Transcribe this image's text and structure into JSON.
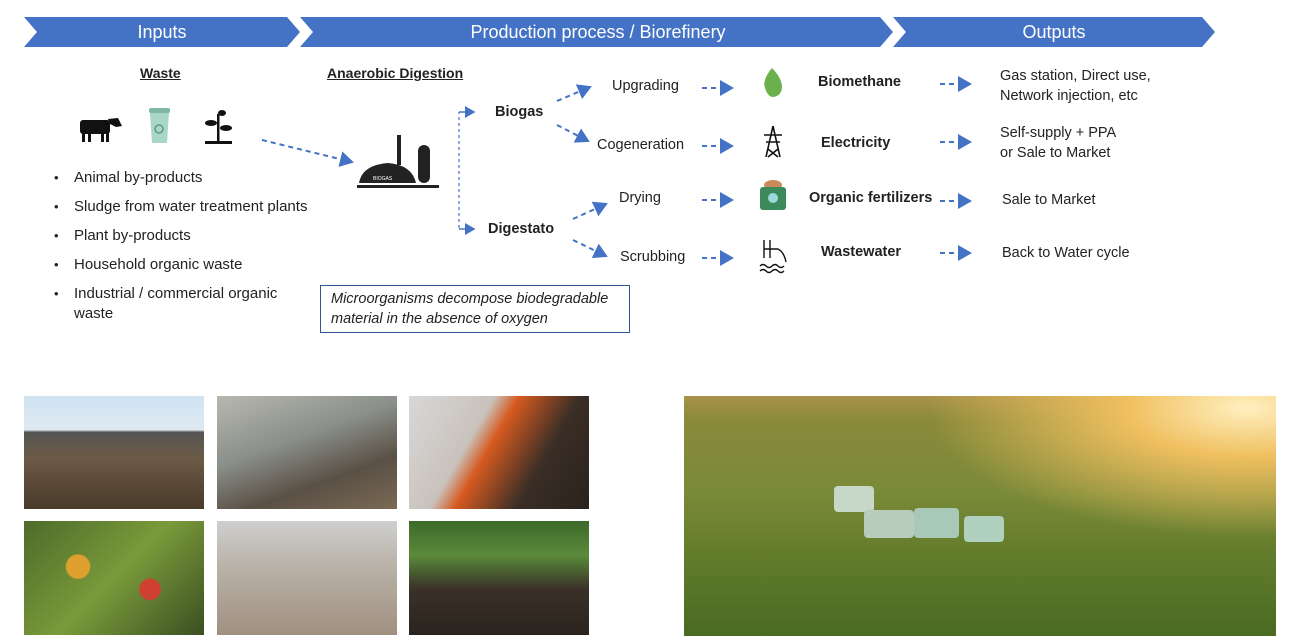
{
  "banners": {
    "inputs": "Inputs",
    "process": "Production process / Biorefinery",
    "outputs": "Outputs"
  },
  "inputs": {
    "title": "Waste",
    "icons": [
      "cow-icon",
      "organic-bin-icon",
      "plant-icon"
    ],
    "items": [
      "Animal by-products",
      "Sludge from water treatment plants",
      "Plant by-products",
      "Household organic waste",
      "Industrial / commercial organic waste"
    ]
  },
  "process": {
    "title": "Anaerobic Digestion",
    "plant_label": "BIOGAS",
    "biogas": "Biogas",
    "digestate": "Digestato",
    "steps": [
      "Upgrading",
      "Cogeneration",
      "Drying",
      "Scrubbing"
    ],
    "note": "Microorganisms decompose biodegradable material in the absence of oxygen"
  },
  "products": [
    "Biomethane",
    "Electricity",
    "Organic fertilizers",
    "Wastewater"
  ],
  "outputs": [
    [
      "Gas station, Direct use,",
      "Network injection, etc"
    ],
    [
      "Self-supply + PPA",
      "or Sale to Market"
    ],
    [
      "Sale to Market"
    ],
    [
      "Back to Water cycle"
    ]
  ],
  "colors": {
    "accent": "#4472C4",
    "note_border": "#2F5597"
  }
}
